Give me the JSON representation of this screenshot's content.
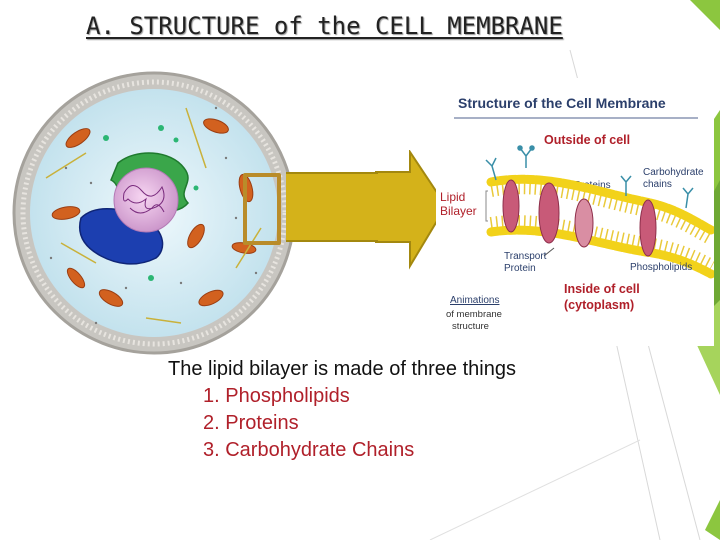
{
  "slide": {
    "title": "A. STRUCTURE of the CELL MEMBRANE",
    "intro": "The lipid bilayer is made of three things",
    "items": [
      "1. Phospholipids",
      "2. Proteins",
      "3. Carbohydrate Chains"
    ]
  },
  "membrane_figure": {
    "title": "Structure of the Cell Membrane",
    "outside_label": "Outside of cell",
    "inside_label": [
      "Inside of cell",
      "(cytoplasm)"
    ],
    "lipid_bilayer_label": [
      "Lipid",
      "Bilayer"
    ],
    "proteins_label": "Proteins",
    "carbohydrate_label": [
      "Carbohydrate",
      "chains"
    ],
    "transport_label": [
      "Transport",
      "Protein"
    ],
    "phospholipids_label": "Phospholipids",
    "animations_link": [
      "Animations",
      "of membrane",
      "structure"
    ]
  },
  "colors": {
    "accent_green": "#8cc63f",
    "arrow_gold": "#d4b21a",
    "label_red": "#b0202a",
    "title_navy": "#2b3f6b"
  }
}
